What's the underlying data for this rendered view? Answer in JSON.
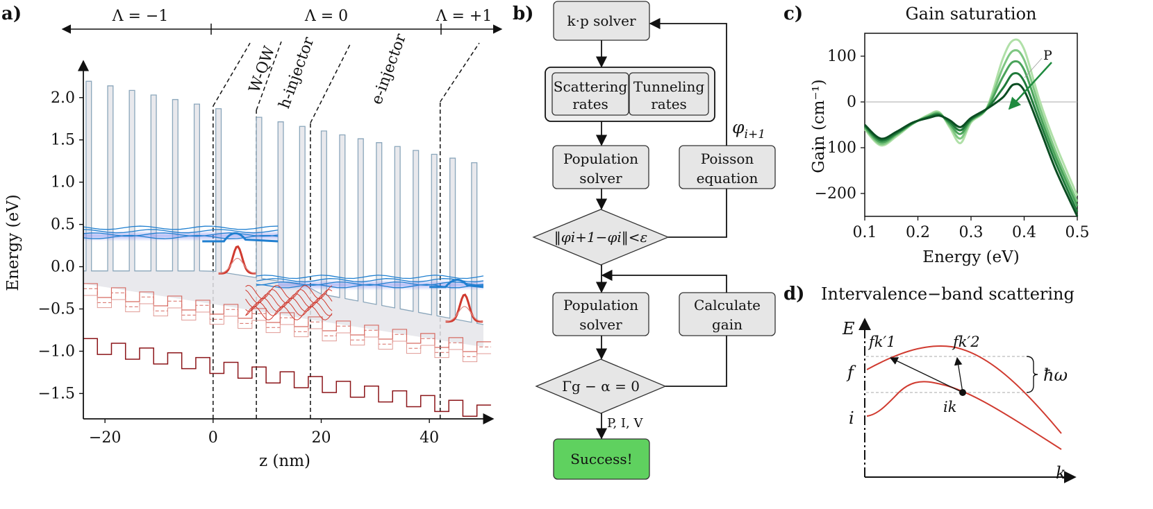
{
  "panels": {
    "a": {
      "letter": "a)",
      "lambda_labels": [
        "Λ = −1",
        "Λ = 0",
        "Λ = +1"
      ],
      "region_labels": [
        "W-QW",
        "h-injector",
        "e-injector"
      ],
      "colors": {
        "barrier_fill": "#e5e5ea",
        "barrier_edge": "#8aa6bb",
        "electron": "#1f7fd0",
        "hole": "#d03a2f",
        "valence_dark": "#8b1418"
      }
    },
    "b": {
      "letter": "b)",
      "boxes": {
        "kp": "k·p solver",
        "scat_1": "Scattering",
        "scat_2": "rates",
        "tun_1": "Tunneling",
        "tun_2": "rates",
        "pop1_1": "Population",
        "pop1_2": "solver",
        "poisson_1": "Poisson",
        "poisson_2": "equation",
        "conv": "‖φ",
        "conv_full": "‖φi+1−φi‖<ε",
        "pop2_1": "Population",
        "pop2_2": "solver",
        "gain_1": "Calculate",
        "gain_2": "gain",
        "thresh": "Γg − α = 0",
        "success": "Success!"
      },
      "phi_label": "φ",
      "phi_sub": "i+1",
      "piv": "P, I, V",
      "colors": {
        "box": "#e6e6e6",
        "success": "#5fd15f"
      }
    },
    "c": {
      "letter": "c)",
      "title": "Gain saturation",
      "p_label": "P",
      "colors": [
        "#0b4d22",
        "#1f7a3a",
        "#4aa35a",
        "#7fc783",
        "#b0e0a8"
      ]
    },
    "d": {
      "letter": "d)",
      "title": "Intervalence−band scattering",
      "labels": {
        "E": "E",
        "k": "k",
        "f": "f",
        "i": "i",
        "fk1": "fk′1",
        "fk2": "fk′2",
        "ik": "ik",
        "hw": "ħω"
      },
      "colors": {
        "band": "#d03a2f",
        "guide": "#aaaaaa"
      }
    }
  },
  "chart_data": [
    {
      "type": "line",
      "panel": "a",
      "xlabel": "z (nm)",
      "ylabel": "Energy (eV)",
      "xlim": [
        -24,
        50
      ],
      "ylim": [
        -1.8,
        2.4
      ],
      "xticks": [
        -20,
        0,
        20,
        40
      ],
      "yticks": [
        -1.5,
        -1.0,
        -0.5,
        0.0,
        0.5,
        1.0,
        1.5,
        2.0
      ],
      "region_boundaries": [
        0,
        8,
        18,
        42
      ],
      "period_boundaries": [
        0,
        42
      ],
      "series": [
        {
          "kind": "conduction_band",
          "x": [
            -24,
            50
          ],
          "y": [
            2.2,
            1.2
          ]
        },
        {
          "kind": "electron_states_left",
          "x": [
            -24,
            12
          ],
          "y": [
            0.38,
            0.36
          ]
        },
        {
          "kind": "electron_states_right",
          "x": [
            8,
            50
          ],
          "y": [
            -0.2,
            -0.2
          ]
        },
        {
          "kind": "valence_band_light",
          "x": [
            -24,
            50
          ],
          "y": [
            -0.2,
            -0.9
          ]
        },
        {
          "kind": "valence_band_dark",
          "x": [
            -24,
            50
          ],
          "y": [
            -0.85,
            -1.65
          ]
        }
      ]
    },
    {
      "type": "line",
      "panel": "c",
      "title": "Gain saturation",
      "xlabel": "Energy (eV)",
      "ylabel": "Gain (cm⁻¹)",
      "xlim": [
        0.1,
        0.5
      ],
      "ylim": [
        -250,
        150
      ],
      "xticks": [
        0.1,
        0.2,
        0.3,
        0.4,
        0.5
      ],
      "yticks": [
        -200,
        -100,
        0,
        100
      ],
      "x": [
        0.1,
        0.13,
        0.16,
        0.19,
        0.22,
        0.24,
        0.26,
        0.28,
        0.3,
        0.33,
        0.36,
        0.38,
        0.4,
        0.43,
        0.46,
        0.5
      ],
      "series": [
        {
          "values": [
            -50,
            -80,
            -65,
            -45,
            -35,
            -30,
            -40,
            -55,
            -35,
            -15,
            10,
            38,
            25,
            -60,
            -150,
            -250
          ]
        },
        {
          "values": [
            -52,
            -84,
            -68,
            -46,
            -33,
            -28,
            -44,
            -62,
            -38,
            -15,
            30,
            62,
            45,
            -45,
            -135,
            -240
          ]
        },
        {
          "values": [
            -55,
            -88,
            -70,
            -47,
            -32,
            -26,
            -48,
            -70,
            -40,
            -14,
            55,
            88,
            70,
            -30,
            -122,
            -228
          ]
        },
        {
          "values": [
            -57,
            -92,
            -72,
            -48,
            -30,
            -24,
            -52,
            -80,
            -42,
            -13,
            75,
            112,
            92,
            -15,
            -110,
            -218
          ]
        },
        {
          "values": [
            -60,
            -95,
            -75,
            -48,
            -28,
            -22,
            -56,
            -90,
            -45,
            -12,
            95,
            135,
            115,
            0,
            -95,
            -205
          ]
        }
      ]
    }
  ]
}
